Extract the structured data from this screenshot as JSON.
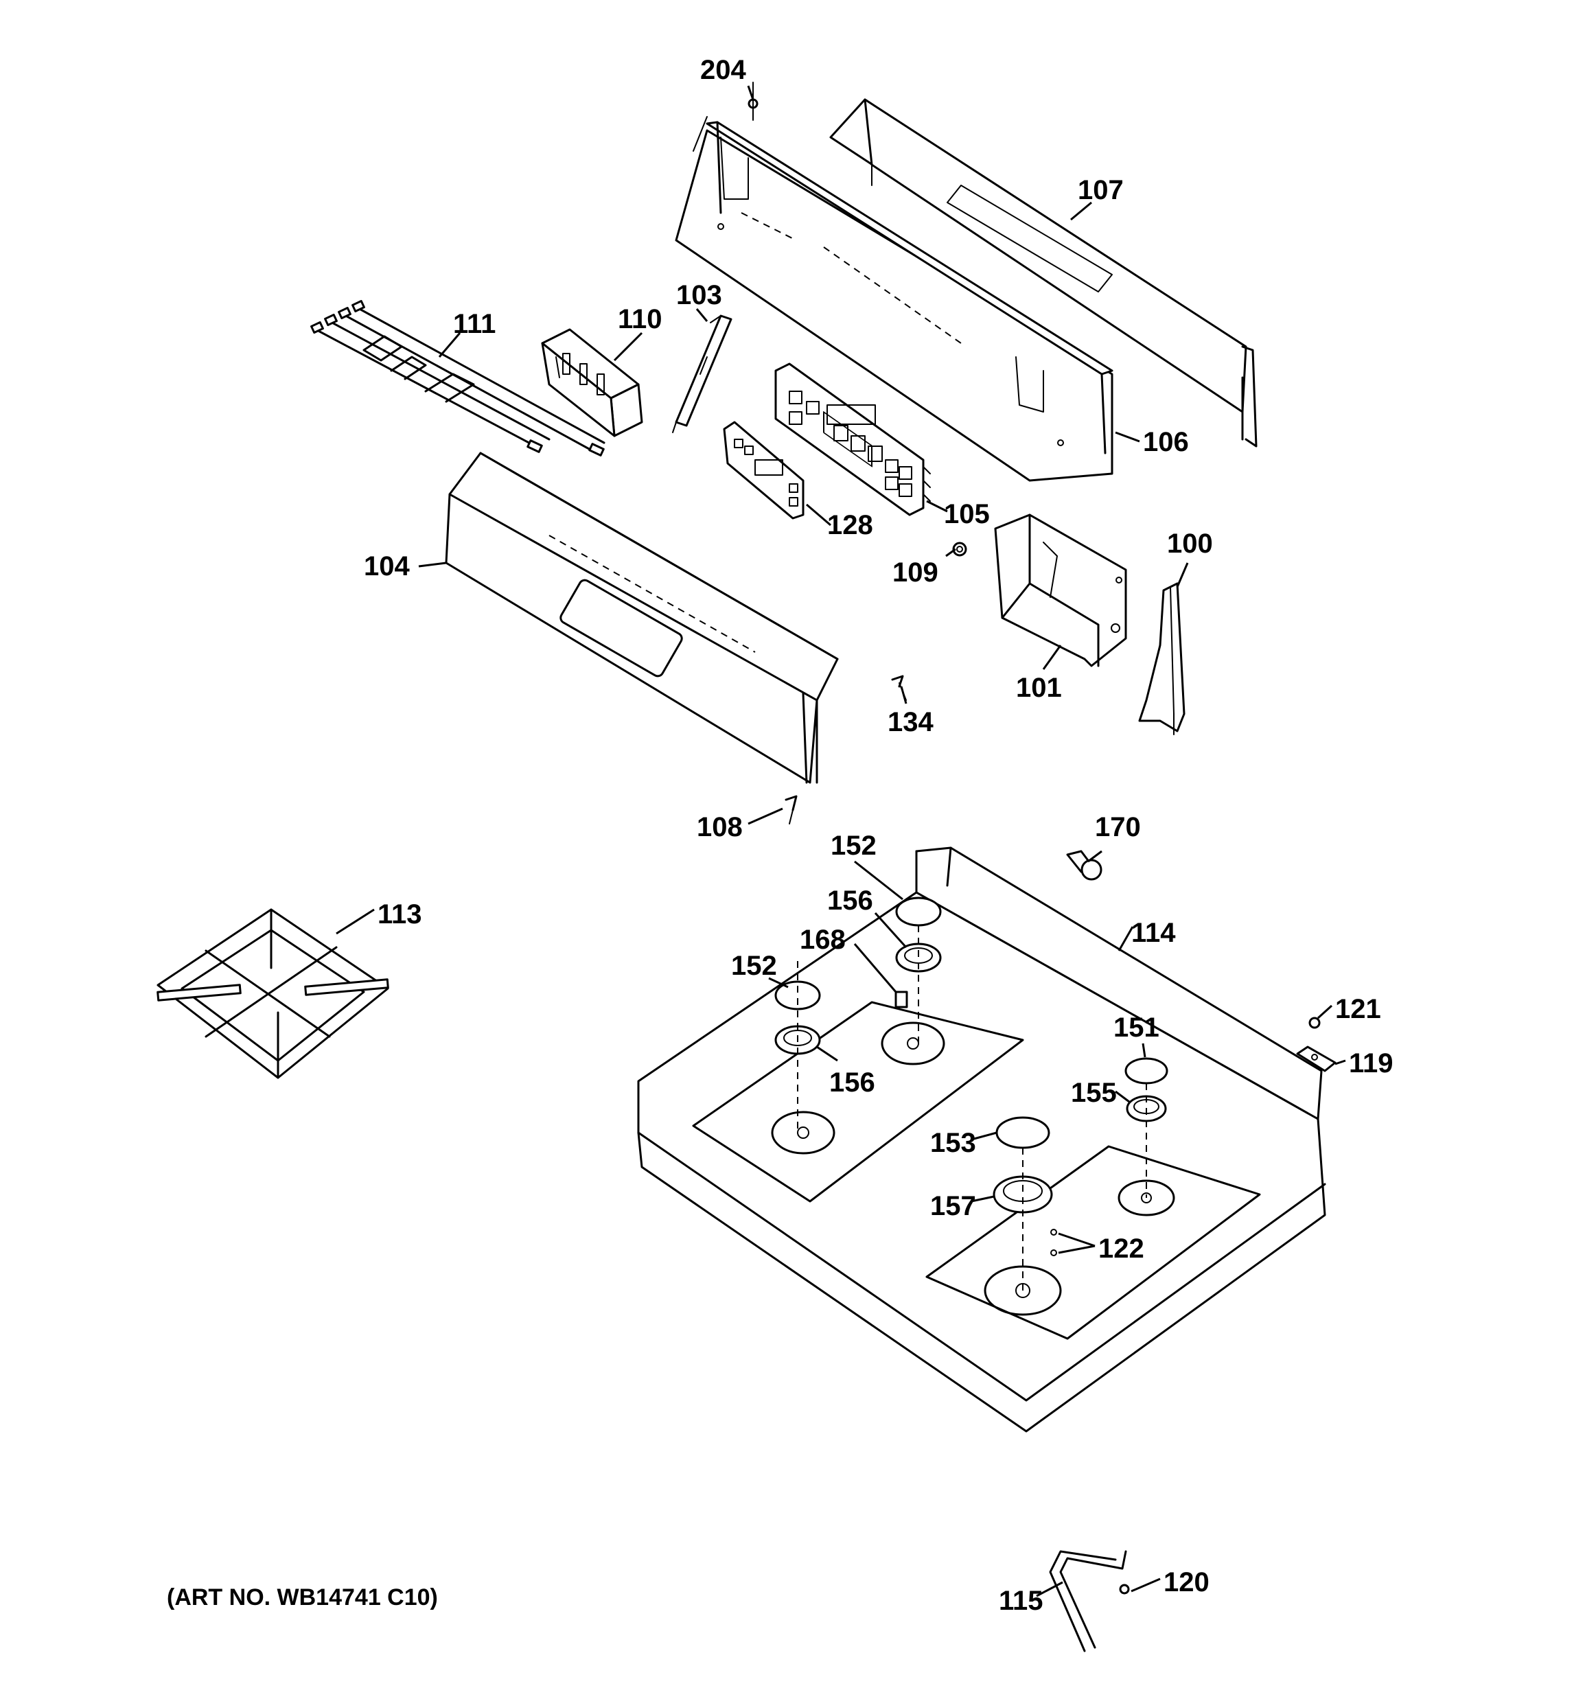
{
  "colors": {
    "line": "#000000",
    "background": "#ffffff"
  },
  "art_number": "(ART NO. WB14741 C10)",
  "parts": {
    "p204": "204",
    "p107": "107",
    "p103": "103",
    "p110": "110",
    "p111": "111",
    "p106": "106",
    "p105": "105",
    "p128": "128",
    "p109": "109",
    "p100": "100",
    "p104": "104",
    "p101": "101",
    "p134": "134",
    "p108": "108",
    "p170": "170",
    "p152a": "152",
    "p113": "113",
    "p156a": "156",
    "p168": "168",
    "p114": "114",
    "p152b": "152",
    "p121": "121",
    "p119": "119",
    "p151": "151",
    "p156b": "156",
    "p155": "155",
    "p153": "153",
    "p157": "157",
    "p122": "122",
    "p120": "120",
    "p115": "115"
  }
}
